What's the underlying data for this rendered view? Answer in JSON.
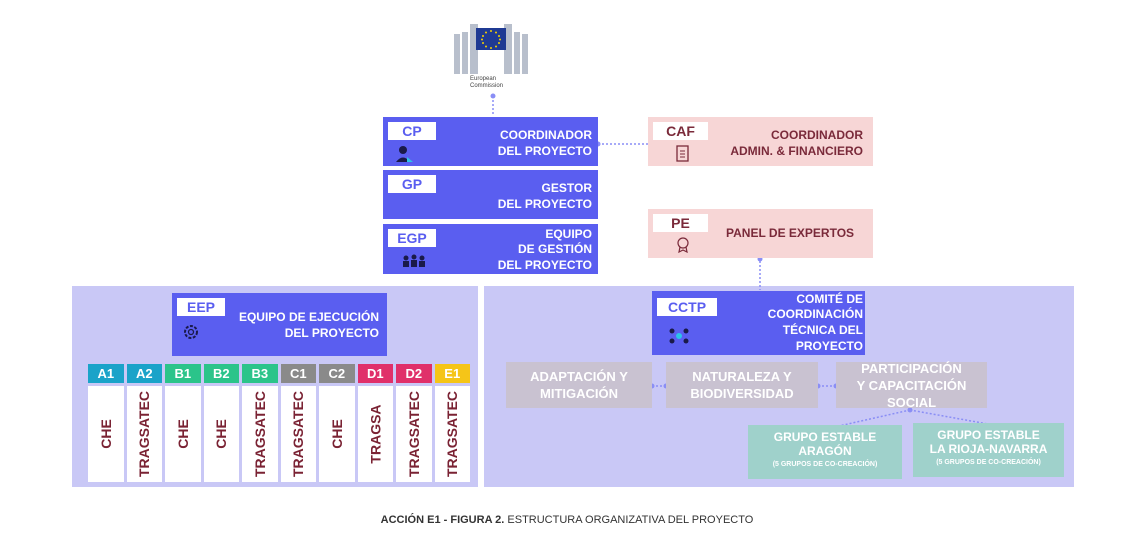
{
  "logo": {
    "line1": "European",
    "line2": "Commission"
  },
  "cp": {
    "code": "CP",
    "title1": "COORDINADOR",
    "title2": "DEL PROYECTO"
  },
  "caf": {
    "code": "CAF",
    "title1": "COORDINADOR",
    "title2": "ADMIN. & FINANCIERO"
  },
  "gp": {
    "code": "GP",
    "title1": "GESTOR",
    "title2": "DEL PROYECTO"
  },
  "egp": {
    "code": "EGP",
    "title1": "EQUIPO",
    "title2": "DE GESTIÓN",
    "title3": "DEL PROYECTO"
  },
  "pe": {
    "code": "PE",
    "title": "PANEL DE EXPERTOS"
  },
  "eep": {
    "code": "EEP",
    "title1": "EQUIPO DE EJECUCIÓN",
    "title2": "DEL PROYECTO"
  },
  "cctp": {
    "code": "CCTP",
    "title1": "COMITÉ DE",
    "title2": "COORDINACIÓN",
    "title3": "TÉCNICA DEL",
    "title4": "PROYECTO"
  },
  "actions": [
    {
      "code": "A1",
      "entity": "CHE",
      "color": "#1aa3c9"
    },
    {
      "code": "A2",
      "entity": "TRAGSATEC",
      "color": "#1aa3c9"
    },
    {
      "code": "B1",
      "entity": "CHE",
      "color": "#2bc48a"
    },
    {
      "code": "B2",
      "entity": "CHE",
      "color": "#2bc48a"
    },
    {
      "code": "B3",
      "entity": "TRAGSATEC",
      "color": "#2bc48a"
    },
    {
      "code": "C1",
      "entity": "TRAGSATEC",
      "color": "#8a8a8a"
    },
    {
      "code": "C2",
      "entity": "CHE",
      "color": "#8a8a8a"
    },
    {
      "code": "D1",
      "entity": "TRAGSA",
      "color": "#e0306a"
    },
    {
      "code": "D2",
      "entity": "TRAGSATEC",
      "color": "#e0306a"
    },
    {
      "code": "E1",
      "entity": "TRAGSATEC",
      "color": "#f5c518"
    }
  ],
  "areas": {
    "a1": "ADAPTACIÓN Y",
    "a2": "MITIGACIÓN",
    "b1": "NATURALEZA Y",
    "b2": "BIODIVERSIDAD",
    "c1": "PARTICIPACIÓN",
    "c2": "Y CAPACITACIÓN",
    "c3": "SOCIAL"
  },
  "groups": [
    {
      "l1": "GRUPO ESTABLE",
      "l2": "ARAGÓN",
      "note": "(5 GRUPOS DE CO-CREACIÓN)"
    },
    {
      "l1": "GRUPO ESTABLE",
      "l2": "LA RIOJA-NAVARRA",
      "note": "(5 GRUPOS DE CO-CREACIÓN)"
    }
  ],
  "caption": {
    "bold": "ACCIÓN E1 - FIGURA 2.",
    "rest": " ESTRUCTURA ORGANIZATIVA DEL PROYECTO"
  },
  "colors": {
    "blue": "#5a5ef0",
    "pink": "#f7d6d6",
    "panel": "#c9c8f6",
    "gray": "#c9c2d1",
    "teal": "#9fd1cb"
  }
}
